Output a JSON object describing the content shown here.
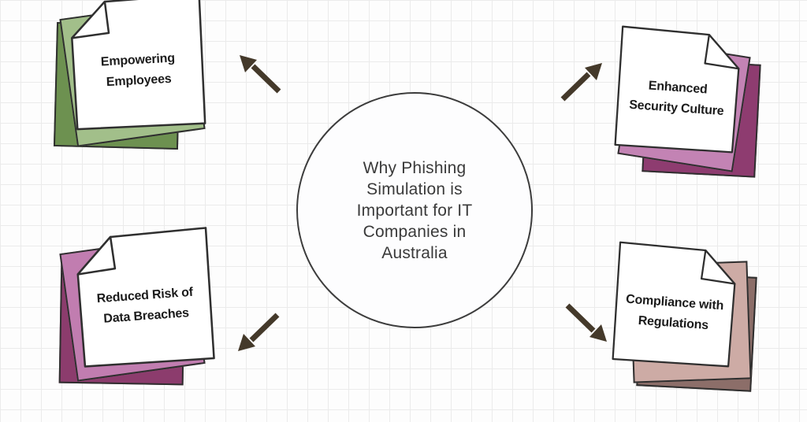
{
  "diagram": {
    "center": {
      "title": "Why Phishing\nSimulation is\nImportant for IT\nCompanies in\nAustralia"
    },
    "notes": [
      {
        "label": "Empowering\nEmployees",
        "position": "top-left",
        "fold": "top-left",
        "back_color": "#6d9150",
        "middle_color": "#a2bf8a",
        "note_color": "#ffffff"
      },
      {
        "label": "Enhanced\nSecurity Culture",
        "position": "top-right",
        "fold": "top-right",
        "back_color": "#8e3c70",
        "middle_color": "#c383b4",
        "note_color": "#ffffff"
      },
      {
        "label": "Reduced Risk of\nData Breaches",
        "position": "bottom-left",
        "fold": "top-left",
        "back_color": "#8c3c6d",
        "middle_color": "#c17db0",
        "note_color": "#ffffff"
      },
      {
        "label": "Compliance with\nRegulations",
        "position": "bottom-right",
        "fold": "top-right",
        "back_color": "#8c6e69",
        "middle_color": "#cdaba5",
        "note_color": "#ffffff"
      }
    ],
    "arrows": [
      {
        "direction": "up-left"
      },
      {
        "direction": "up-right"
      },
      {
        "direction": "down-left"
      },
      {
        "direction": "down-right"
      }
    ],
    "colors": {
      "arrow": "#44392a",
      "outline": "#2f2f2f",
      "center_border": "#3c3c3c",
      "label_text": "#1b1b1b",
      "center_text": "#3a3a3a",
      "grid_line": "#ebebeb",
      "background": "#fdfdfd"
    }
  }
}
